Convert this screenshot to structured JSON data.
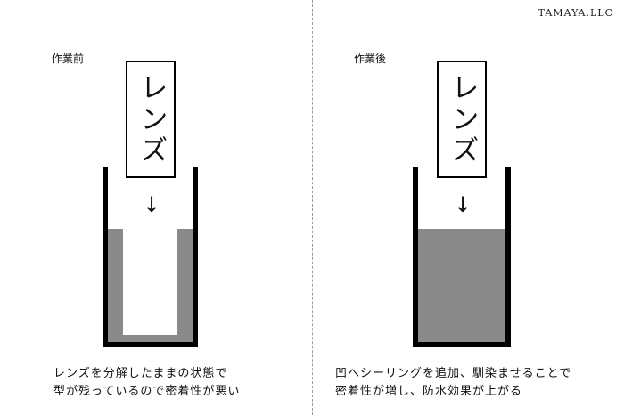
{
  "brand": "TAMAYA.LLC",
  "colors": {
    "fill": "#8a8a8a",
    "stroke": "#000000",
    "divider": "#9a9a9a"
  },
  "before": {
    "label": "作業前",
    "lens": "レンズ",
    "arrow": "↓",
    "caption": [
      "レンズを分解したままの状態で",
      "型が残っているので密着性が悪い"
    ]
  },
  "after": {
    "label": "作業後",
    "lens": "レンズ",
    "arrow": "↓",
    "caption": [
      "凹へシーリングを追加、馴染ませることで",
      "密着性が増し、防水効果が上がる"
    ]
  }
}
